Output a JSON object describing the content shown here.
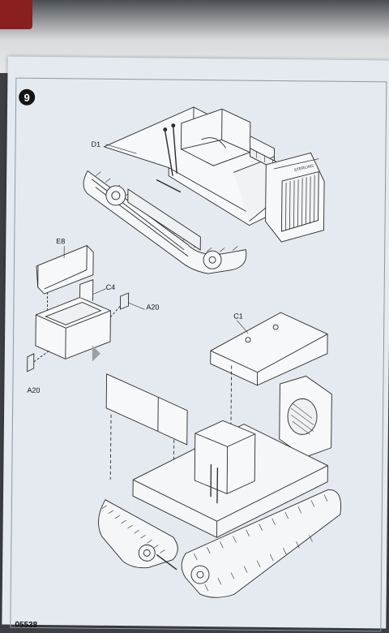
{
  "step": {
    "number": "9"
  },
  "callouts": {
    "d1": "D1",
    "e8": "E8",
    "c4": "C4",
    "a20_right": "A20",
    "a20_left": "A20",
    "c1": "C1"
  },
  "grille_badge": "STERLING",
  "page_number": "05538"
}
